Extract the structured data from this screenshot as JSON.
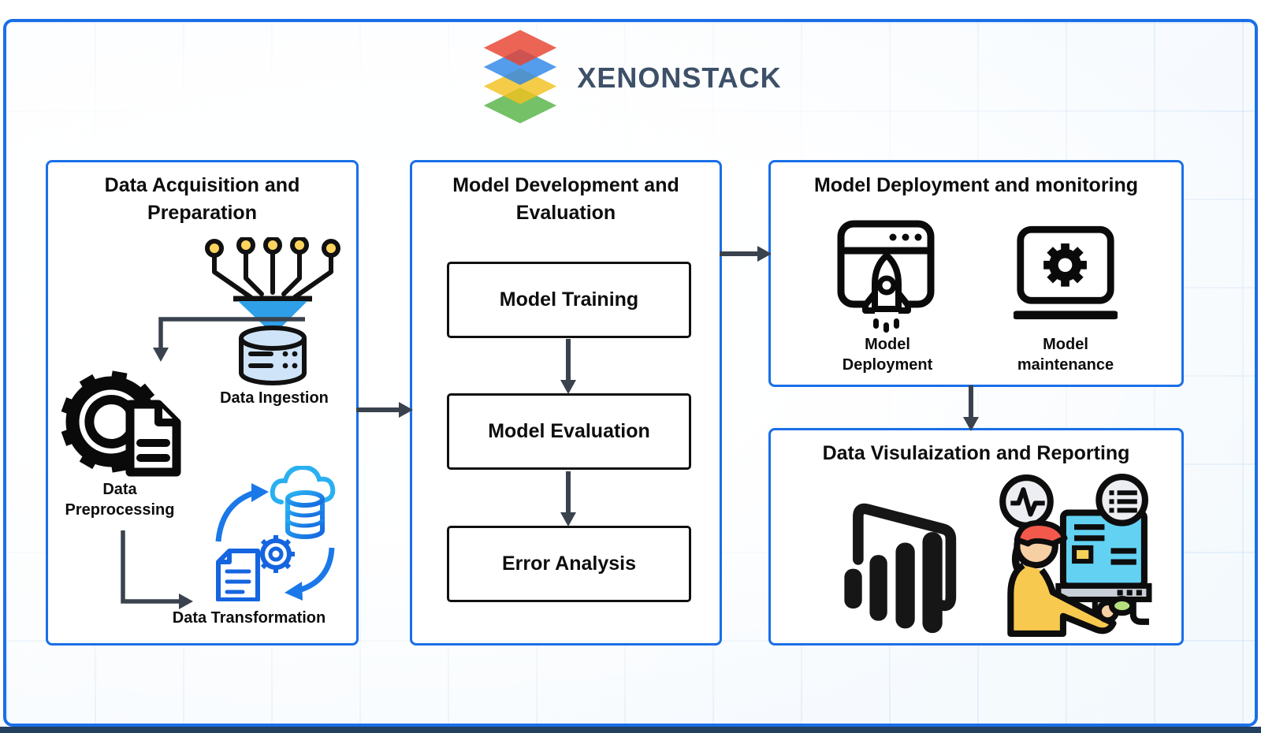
{
  "brand": {
    "name": "XENONSTACK",
    "logo": "layered-stack-logo"
  },
  "panels": {
    "acquisition": {
      "title": "Data Acquisition and Preparation",
      "items": [
        {
          "label": "Data Ingestion",
          "icon": "data-ingestion-funnel-icon"
        },
        {
          "label": "Data Preprocessing",
          "icon": "data-preprocessing-gear-document-icon"
        },
        {
          "label": "Data Transformation",
          "icon": "data-transformation-cloud-cycle-icon"
        }
      ]
    },
    "development": {
      "title": "Model Development and Evaluation",
      "steps": [
        "Model Training",
        "Model Evaluation",
        "Error Analysis"
      ]
    },
    "deployment": {
      "title": "Model Deployment and monitoring",
      "items": [
        {
          "label": "Model Deployment",
          "icon": "rocket-launch-browser-icon"
        },
        {
          "label": "Model maintenance",
          "icon": "laptop-gear-icon"
        }
      ]
    },
    "visualization": {
      "title": "Data Visulaization and Reporting",
      "items": [
        {
          "icon": "power-bi-icon"
        },
        {
          "icon": "analyst-at-computer-icon"
        }
      ]
    }
  },
  "flow": [
    "Data Acquisition and Preparation -> Model Development and Evaluation",
    "Model Development and Evaluation -> Model Deployment and monitoring",
    "Model Deployment and monitoring -> Data Visulaization and Reporting"
  ],
  "colors": {
    "panel_border_blue": "#1a6fe8",
    "arrow_gray": "#3a424d",
    "funnel_blue": "#2f9fe8",
    "node_yellow": "#ffd45e",
    "database_light_blue": "#cfe4f8",
    "transform_blue": "#1a78e8",
    "brand_text": "#3d5068",
    "logo_red": "#e8432e",
    "logo_blue": "#2e86e8",
    "logo_yellow": "#f2c11e",
    "logo_green": "#56b345",
    "screen_cyan": "#63d2f2",
    "cap_red": "#f2594b",
    "shirt_yellow": "#f7c94e",
    "mouse_green": "#b5e07e",
    "bottom_strip_navy": "#24405f"
  }
}
